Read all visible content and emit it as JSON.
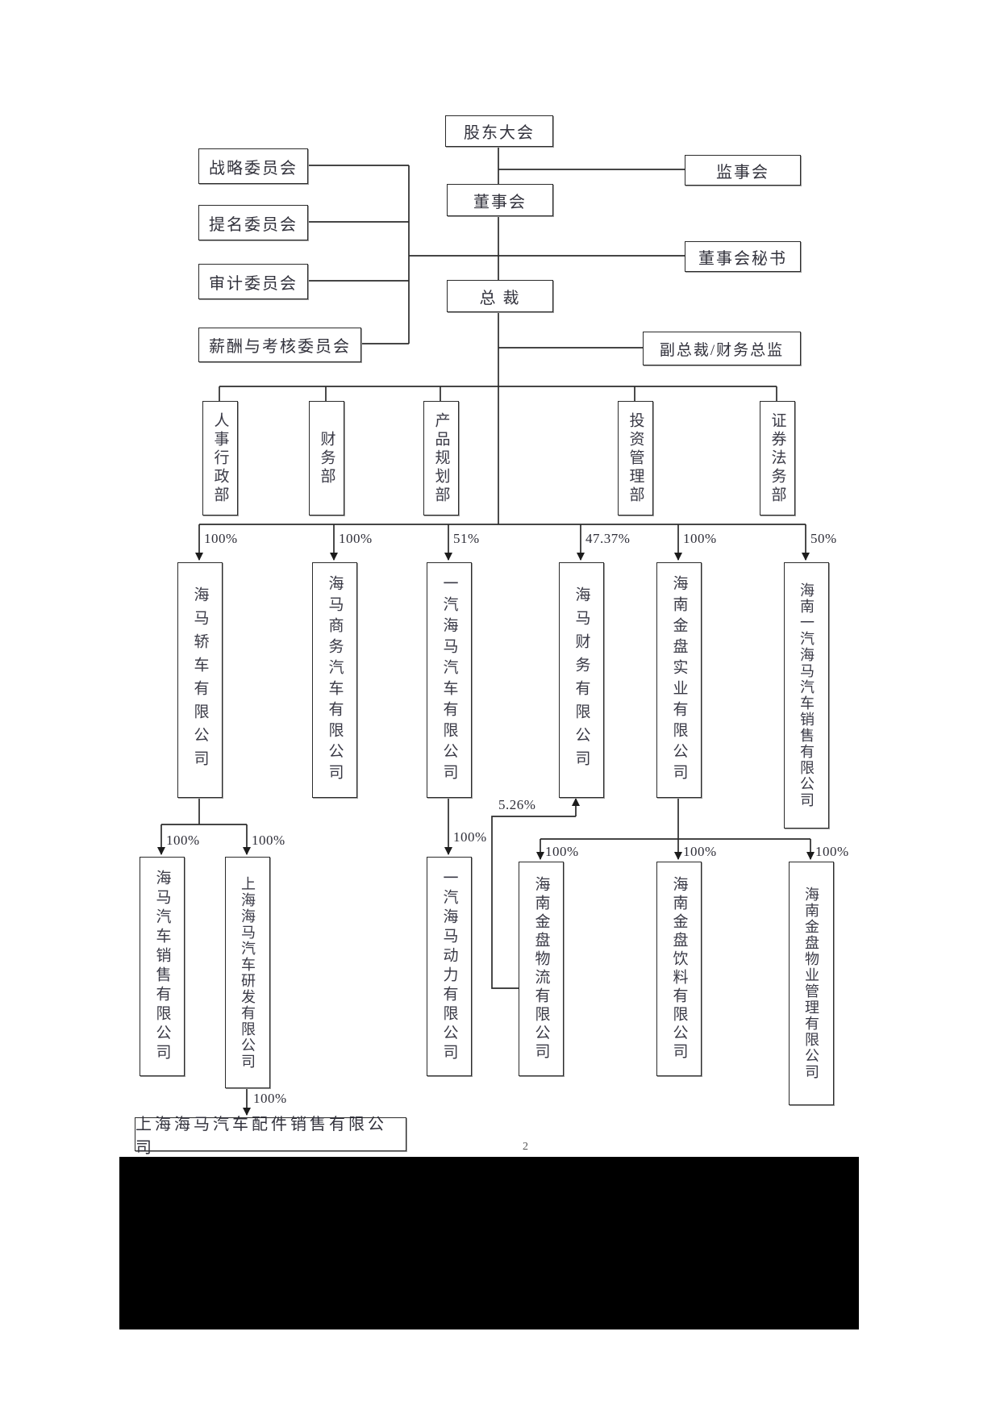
{
  "page": {
    "number": "2"
  },
  "governance": {
    "shareholders_meeting": "股东大会",
    "supervisory_board": "监事会",
    "board_of_directors": "董事会",
    "board_secretary": "董事会秘书",
    "president": "总 裁",
    "vp_cfo": "副总裁/财务总监",
    "committees": [
      {
        "label": "战略委员会"
      },
      {
        "label": "提名委员会"
      },
      {
        "label": "审计委员会"
      },
      {
        "label": "薪酬与考核委员会"
      }
    ]
  },
  "departments": [
    {
      "label": "人事行政部"
    },
    {
      "label": "财务部"
    },
    {
      "label": "产品规划部"
    },
    {
      "label": "投资管理部"
    },
    {
      "label": "证券法务部"
    }
  ],
  "subsidiaries_level1": [
    {
      "name": "海马轿车有限公司",
      "ownership": "100%"
    },
    {
      "name": "海马商务汽车有限公司",
      "ownership": "100%"
    },
    {
      "name": "一汽海马汽车有限公司",
      "ownership": "51%"
    },
    {
      "name": "海马财务有限公司",
      "ownership": "47.37%"
    },
    {
      "name": "海南金盘实业有限公司",
      "ownership": "100%"
    },
    {
      "name": "海南一汽海马汽车销售有限公司",
      "ownership": "50%"
    }
  ],
  "subsidiaries_level2": [
    {
      "name": "海马汽车销售有限公司",
      "ownership": "100%"
    },
    {
      "name": "上海海马汽车研发有限公司",
      "ownership": "100%"
    },
    {
      "name": "一汽海马动力有限公司",
      "ownership": "100%"
    },
    {
      "name": "海南金盘物流有限公司",
      "ownership": "100%"
    },
    {
      "name": "海南金盘饮料有限公司",
      "ownership": "100%"
    },
    {
      "name": "海南金盘物业管理有限公司",
      "ownership": "100%"
    }
  ],
  "cross_shareholding": {
    "ownership": "5.26%"
  },
  "subsidiaries_level3": [
    {
      "name": "上海海马汽车配件销售有限公司",
      "ownership": "100%"
    }
  ]
}
